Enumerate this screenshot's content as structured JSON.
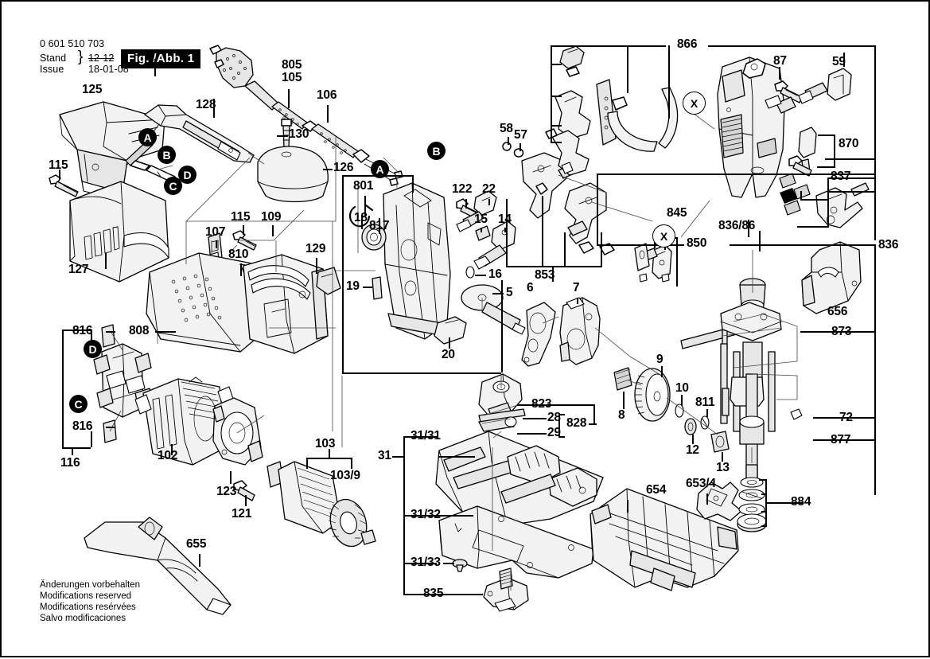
{
  "header": {
    "part_number": "0 601 510 703",
    "stand_label": "Stand",
    "issue_label": "Issue",
    "stand_date_struck": "12-12",
    "issue_date": "18-01-08",
    "fig_label": "Fig. /Abb. 1"
  },
  "footer": {
    "line_de": "Änderungen vorbehalten",
    "line_en": "Modifications reserved",
    "line_fr": "Modifications resérvées",
    "line_es": "Salvo modificaciones"
  },
  "bullets": {
    "a1": "A",
    "a2": "A",
    "b1": "B",
    "b2": "B",
    "c": "C",
    "c2": "C",
    "d": "D",
    "d2": "D",
    "x1": "X",
    "x2": "X"
  },
  "callouts": [
    {
      "id": "c125",
      "text": "125"
    },
    {
      "id": "c128",
      "text": "128"
    },
    {
      "id": "c115a",
      "text": "115"
    },
    {
      "id": "c127",
      "text": "127"
    },
    {
      "id": "c107",
      "text": "107"
    },
    {
      "id": "c115b",
      "text": "115"
    },
    {
      "id": "c109",
      "text": "109"
    },
    {
      "id": "c810",
      "text": "810"
    },
    {
      "id": "c129",
      "text": "129"
    },
    {
      "id": "c805",
      "text": "805"
    },
    {
      "id": "c105",
      "text": "105"
    },
    {
      "id": "c106",
      "text": "106"
    },
    {
      "id": "c130",
      "text": "130"
    },
    {
      "id": "c126",
      "text": "126"
    },
    {
      "id": "c801",
      "text": "801"
    },
    {
      "id": "c18",
      "text": "18"
    },
    {
      "id": "c817",
      "text": "817"
    },
    {
      "id": "c19",
      "text": "19"
    },
    {
      "id": "c122",
      "text": "122"
    },
    {
      "id": "c22",
      "text": "22"
    },
    {
      "id": "c14",
      "text": "14"
    },
    {
      "id": "c15",
      "text": "15"
    },
    {
      "id": "c16",
      "text": "16"
    },
    {
      "id": "c5",
      "text": "5"
    },
    {
      "id": "c20",
      "text": "20"
    },
    {
      "id": "c58",
      "text": "58"
    },
    {
      "id": "c57",
      "text": "57"
    },
    {
      "id": "c853",
      "text": "853"
    },
    {
      "id": "c845",
      "text": "845"
    },
    {
      "id": "c850",
      "text": "850"
    },
    {
      "id": "c866",
      "text": "866"
    },
    {
      "id": "c87",
      "text": "87"
    },
    {
      "id": "c59",
      "text": "59"
    },
    {
      "id": "c870",
      "text": "870"
    },
    {
      "id": "c837",
      "text": "837"
    },
    {
      "id": "c83686",
      "text": "836/86"
    },
    {
      "id": "c836",
      "text": "836"
    },
    {
      "id": "c656",
      "text": "656"
    },
    {
      "id": "c873",
      "text": "873"
    },
    {
      "id": "c72",
      "text": "72"
    },
    {
      "id": "c877",
      "text": "877"
    },
    {
      "id": "c6",
      "text": "6"
    },
    {
      "id": "c7",
      "text": "7"
    },
    {
      "id": "c8",
      "text": "8"
    },
    {
      "id": "c9",
      "text": "9"
    },
    {
      "id": "c10",
      "text": "10"
    },
    {
      "id": "c811",
      "text": "811"
    },
    {
      "id": "c12",
      "text": "12"
    },
    {
      "id": "c13",
      "text": "13"
    },
    {
      "id": "c823",
      "text": "823"
    },
    {
      "id": "c28",
      "text": "28"
    },
    {
      "id": "c29",
      "text": "29"
    },
    {
      "id": "c828",
      "text": "828"
    },
    {
      "id": "c816a",
      "text": "816"
    },
    {
      "id": "c808",
      "text": "808"
    },
    {
      "id": "c816b",
      "text": "816"
    },
    {
      "id": "c116",
      "text": "116"
    },
    {
      "id": "c102",
      "text": "102"
    },
    {
      "id": "c123",
      "text": "123"
    },
    {
      "id": "c121",
      "text": "121"
    },
    {
      "id": "c103",
      "text": "103"
    },
    {
      "id": "c1039",
      "text": "103/9"
    },
    {
      "id": "c655",
      "text": "655"
    },
    {
      "id": "c31",
      "text": "31"
    },
    {
      "id": "c3131",
      "text": "31/31"
    },
    {
      "id": "c3132",
      "text": "31/32"
    },
    {
      "id": "c3133",
      "text": "31/33"
    },
    {
      "id": "c835",
      "text": "835"
    },
    {
      "id": "c654",
      "text": "654"
    },
    {
      "id": "c6534",
      "text": "653/4"
    },
    {
      "id": "c884",
      "text": "884"
    }
  ],
  "colors": {
    "ink": "#000000",
    "paper": "#ffffff",
    "leader": "#555555",
    "shade_light": "#f2f2f2",
    "shade_mid": "#e6e6e6",
    "shade_dark": "#d6d6d6"
  }
}
